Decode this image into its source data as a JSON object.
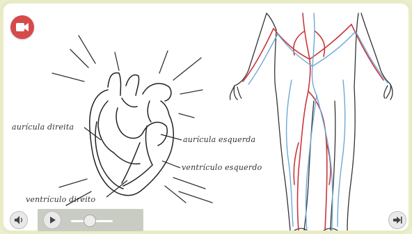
{
  "icons": {
    "video": "video-camera-icon",
    "volume": "speaker-icon",
    "play": "play-icon",
    "next": "next-arrow-icon"
  },
  "labels": {
    "right_atrium": "aurícula direita",
    "left_atrium": "aurícula esquerda",
    "left_ventricle": "ventrículo esquerdo",
    "right_ventricle": "ventrículo direito"
  },
  "player": {
    "progress": 0.45
  },
  "colors": {
    "video_badge": "#d64a4a",
    "artery": "#c8363a",
    "vein": "#6aa9d8",
    "frame": "#e8ebc5"
  }
}
